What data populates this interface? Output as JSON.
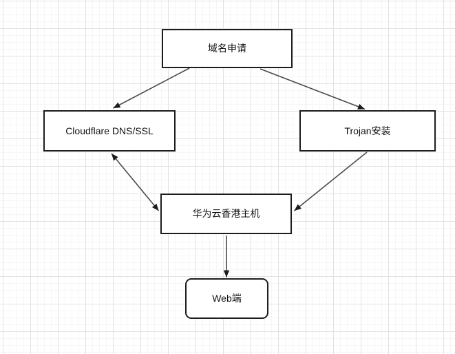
{
  "diagram": {
    "type": "flowchart",
    "nodes": [
      {
        "id": "domain",
        "label": "域名申请",
        "shape": "rectangle"
      },
      {
        "id": "cloudflare",
        "label": "Cloudflare DNS/SSL",
        "shape": "rectangle"
      },
      {
        "id": "trojan",
        "label": "Trojan安装",
        "shape": "rectangle"
      },
      {
        "id": "huawei",
        "label": "华为云香港主机",
        "shape": "rectangle"
      },
      {
        "id": "web",
        "label": "Web端",
        "shape": "rounded-rectangle"
      }
    ],
    "edges": [
      {
        "from": "domain",
        "to": "cloudflare",
        "arrow": "single"
      },
      {
        "from": "domain",
        "to": "trojan",
        "arrow": "single"
      },
      {
        "from": "cloudflare",
        "to": "huawei",
        "arrow": "double"
      },
      {
        "from": "trojan",
        "to": "huawei",
        "arrow": "single"
      },
      {
        "from": "huawei",
        "to": "web",
        "arrow": "single"
      }
    ],
    "colors": {
      "background": "#ffffff",
      "grid_major": "#e2e2e2",
      "grid_minor": "#f6f6f6",
      "node_fill": "#ffffff",
      "node_border": "#1c1c1c",
      "text": "#111111",
      "edge_line": "#4a4a4a",
      "arrowhead": "#1a1a1a"
    }
  }
}
